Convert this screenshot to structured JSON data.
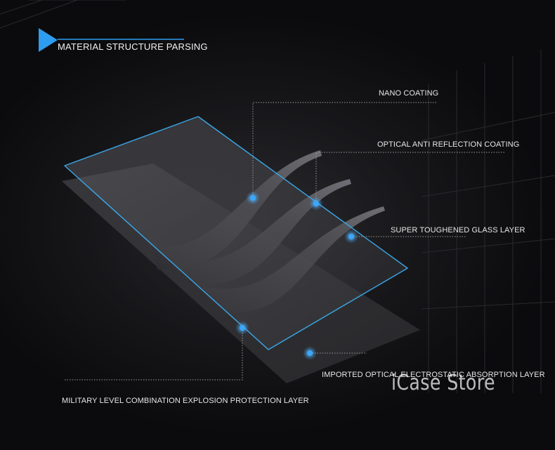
{
  "header": {
    "title": "MATERIAL STRUCTURE PARSING"
  },
  "labels": {
    "nano": "NANO COATING",
    "anti_reflection": "OPTICAL ANTI REFLECTION COATING",
    "toughened": "SUPER TOUGHENED GLASS LAYER",
    "absorption": "IMPORTED OPTICAL ELECTROSTATIC ABSORPTION LAYER",
    "military": "MILITARY LEVEL COMBINATION EXPLOSION PROTECTION LAYER"
  },
  "watermark": "iCase Store",
  "colors": {
    "accent": "#2e9df0",
    "glass_outline": "#3aa7e8",
    "leader_line": "#9a9a9a",
    "text": "#e6e6e6"
  },
  "icons": {
    "header": "play-triangle-icon",
    "callout": "dot-marker-icon"
  }
}
